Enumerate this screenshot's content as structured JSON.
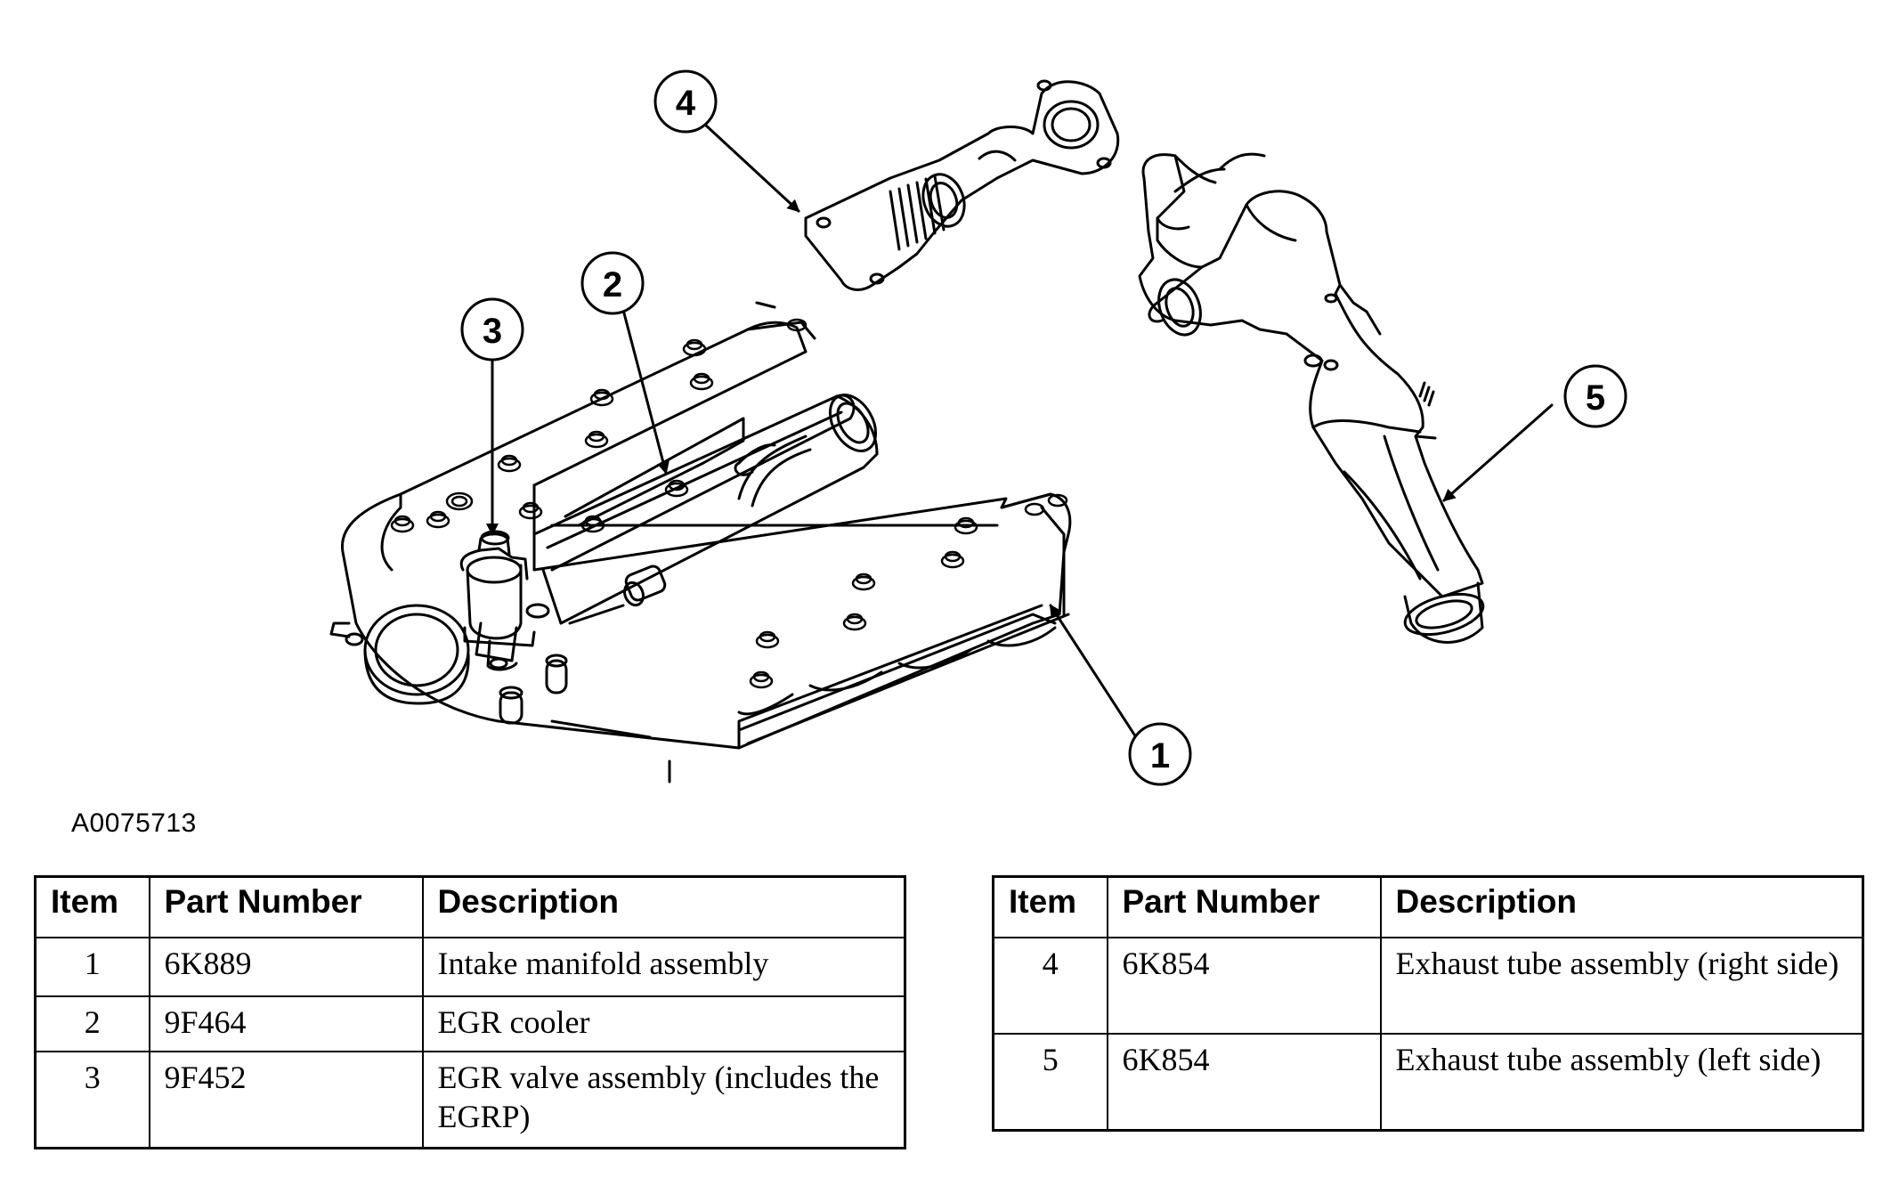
{
  "figure_id": "A0075713",
  "callouts": {
    "c1": "1",
    "c2": "2",
    "c3": "3",
    "c4": "4",
    "c5": "5"
  },
  "tables": {
    "left": {
      "headers": [
        "Item",
        "Part Number",
        "Description"
      ],
      "rows": [
        {
          "item": "1",
          "part_number": "6K889",
          "description": "Intake manifold assembly"
        },
        {
          "item": "2",
          "part_number": "9F464",
          "description": "EGR cooler"
        },
        {
          "item": "3",
          "part_number": "9F452",
          "description": "EGR valve assembly (includes the EGRP)"
        }
      ]
    },
    "right": {
      "headers": [
        "Item",
        "Part Number",
        "Description"
      ],
      "rows": [
        {
          "item": "4",
          "part_number": "6K854",
          "description": "Exhaust tube assembly (right side)"
        },
        {
          "item": "5",
          "part_number": "6K854",
          "description": "Exhaust tube assembly (left side)"
        }
      ]
    }
  },
  "icons": {
    "manifold": "intake-manifold-drawing",
    "cooler": "egr-cooler-drawing",
    "valve": "egr-valve-drawing",
    "exhaust_right": "exhaust-tube-right-drawing",
    "exhaust_left": "exhaust-tube-left-drawing"
  }
}
